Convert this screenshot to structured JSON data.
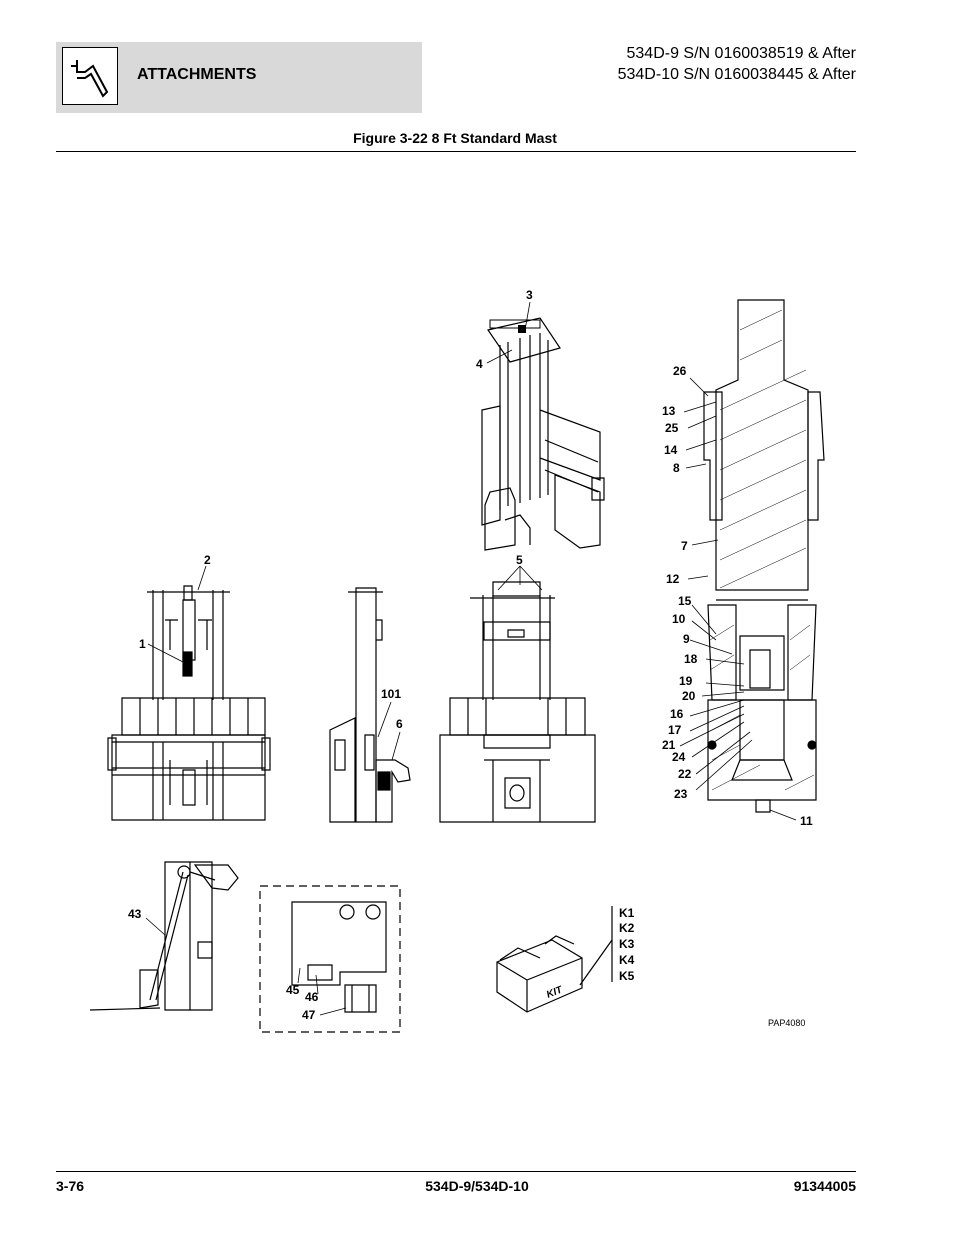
{
  "header": {
    "section_title": "ATTACHMENTS",
    "serial_line_1": "534D-9 S/N 0160038519 & After",
    "serial_line_2": "534D-10 S/N 0160038445 & After"
  },
  "figure": {
    "title": "Figure 3-22 8 Ft Standard Mast",
    "image_code": "PAP4080",
    "callouts": [
      "1",
      "2",
      "3",
      "4",
      "5",
      "6",
      "7",
      "8",
      "9",
      "10",
      "11",
      "12",
      "13",
      "14",
      "15",
      "16",
      "17",
      "18",
      "19",
      "20",
      "21",
      "22",
      "23",
      "24",
      "25",
      "26",
      "43",
      "45",
      "46",
      "47",
      "101"
    ],
    "kit_items": [
      "K1",
      "K2",
      "K3",
      "K4",
      "K5"
    ],
    "kit_box_text": "KIT"
  },
  "footer": {
    "page_number": "3-76",
    "model": "534D-9/534D-10",
    "part_number": "91344005"
  }
}
